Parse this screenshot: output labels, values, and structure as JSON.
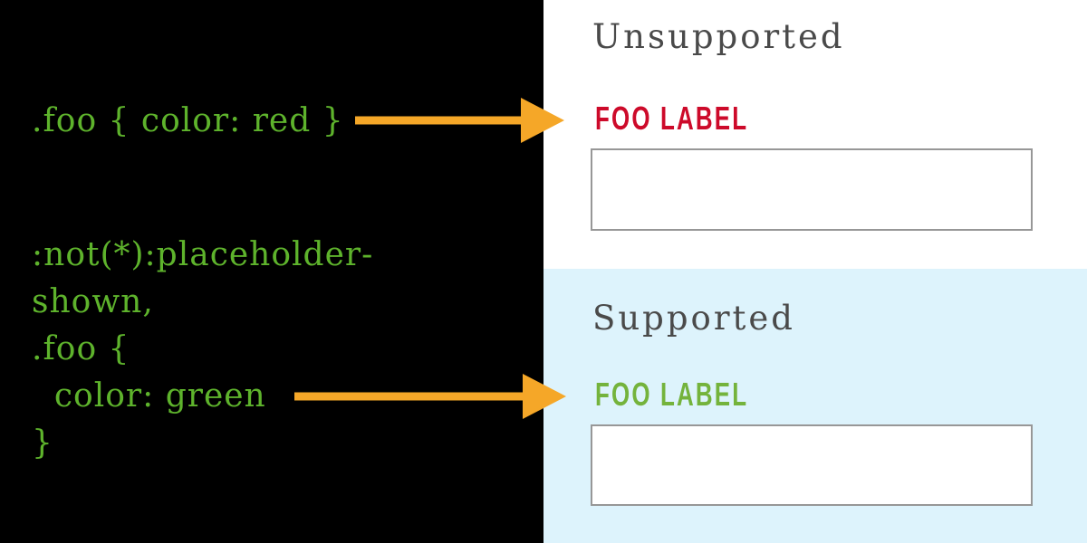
{
  "code_panel": {
    "background": "#000000",
    "code_color": "#5eb32c",
    "unsupported_snippet": ".foo { color: red }",
    "supported_snippet_lines": [
      ":not(*):placeholder-",
      "shown,",
      ".foo {",
      "  color: green",
      "}"
    ]
  },
  "arrows": {
    "color": "#f5a728"
  },
  "unsupported_panel": {
    "title": "Unsupported",
    "field_label": "FOO LABEL",
    "label_color": "#cd0a2a",
    "background": "#ffffff",
    "input_value": ""
  },
  "supported_panel": {
    "title": "Supported",
    "field_label": "FOO LABEL",
    "label_color": "#74b33c",
    "background": "#ddf3fc",
    "input_value": ""
  }
}
